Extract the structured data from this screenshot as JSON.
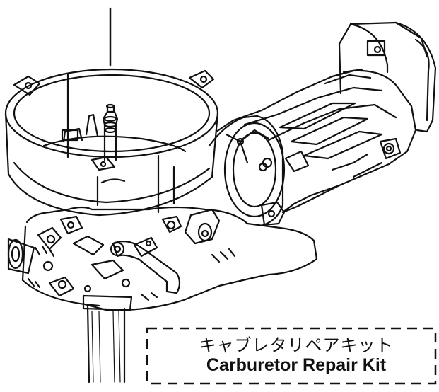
{
  "figure": {
    "subject": "carburetor-assembly-illustration",
    "line_color": "#111111",
    "background_color": "#ffffff"
  },
  "label": {
    "japanese": "キャブレタリペアキット",
    "english": "Carburetor Repair Kit"
  }
}
